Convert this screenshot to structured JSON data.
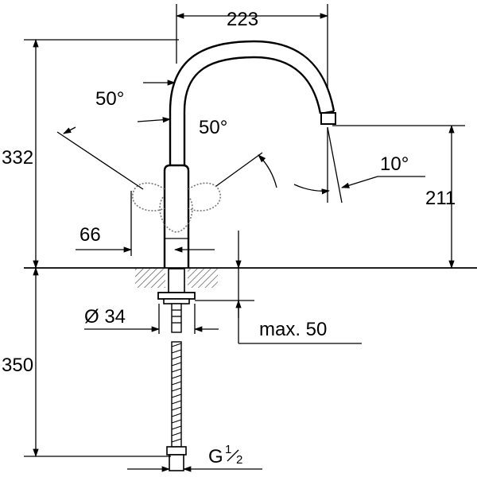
{
  "title": "",
  "dimensions": {
    "top_width": "223",
    "height_total": "332",
    "spout_height": "211",
    "handle_offset": "66",
    "below_counter": "350",
    "diameter": "Ø 34",
    "max_thickness": "max. 50",
    "connection": "G",
    "connection_sup": "1",
    "connection_sub": "2"
  },
  "angles": {
    "spout_swivel": "50°",
    "lever_left": "50°",
    "spout_tilt": "10°"
  },
  "colors": {
    "line": "#000000",
    "hatch": "#555555",
    "ghost": "#777777",
    "background": "#ffffff"
  }
}
